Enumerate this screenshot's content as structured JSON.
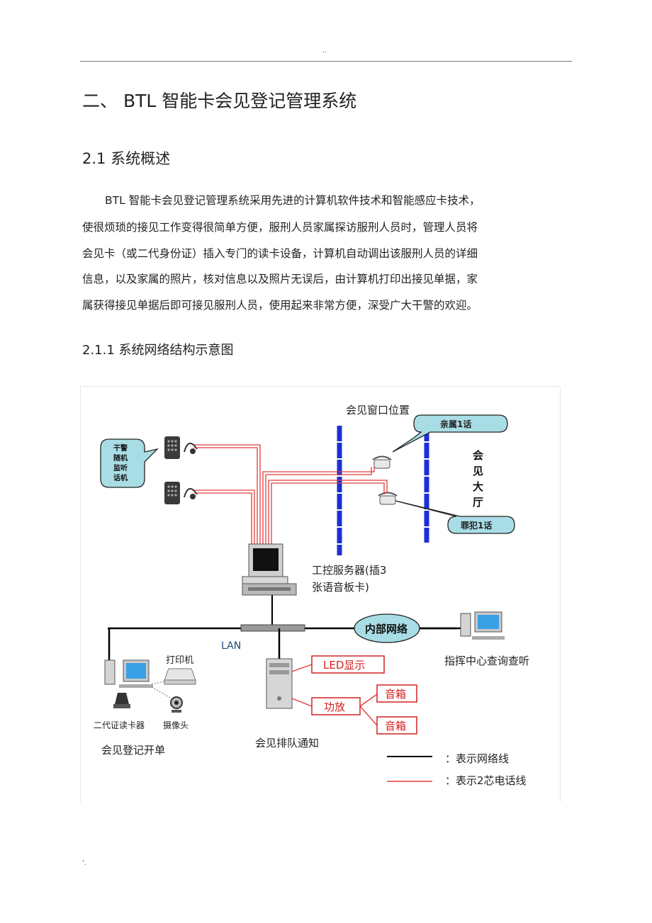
{
  "header": {
    "marker": ".."
  },
  "section_title": "二、  BTL 智能卡会见登记管理系统",
  "subsection": {
    "number_title": "2.1 系统概述"
  },
  "overview_lines": [
    "BTL 智能卡会见登记管理系统采用先进的计算机软件技术和智能感应卡技术，",
    "使很烦琐的接见工作变得很简单方便，服刑人员家属探访服刑人员时，管理人员将",
    "会见卡（或二代身份证）插入专门的读卡设备，计算机自动调出该服刑人员的详细",
    "信息，以及家属的照片，核对信息以及照片无误后，由计算机打印出接见单据，家",
    "属获得接见单据后即可接见服刑人员，使用起来非常方便，深受广大干警的欢迎。"
  ],
  "subsubsection": {
    "number_title": "2.1.1 系统网络结构示意图"
  },
  "diagram": {
    "window_position_label": "会见窗口位置",
    "family_phone_label": "亲属1话",
    "visit_hall_label": [
      "会",
      "见",
      "大",
      "厅"
    ],
    "inmate_phone_label": "罪犯1话",
    "officer_phone_label": [
      "干警",
      "随机",
      "监听",
      "话机"
    ],
    "server_label": [
      "工控服务器(插3",
      "张语音板卡)"
    ],
    "lan_label": "LAN",
    "intranet_label": "内部网络",
    "command_center_label": "指挥中心查询查听",
    "printer_label": "打印机",
    "id_reader_label": "二代证读卡器",
    "camera_label": "摄像头",
    "registration_label": "会见登记开单",
    "led_label": "LED显示",
    "amplifier_label": "功放",
    "speaker_label_1": "音箱",
    "speaker_label_2": "音箱",
    "queue_label": "会见排队通知",
    "legend": [
      {
        "text": "：表示网络线",
        "color": "#000000"
      },
      {
        "text": "：表示2芯电话线",
        "color": "#e23b3b"
      }
    ],
    "colors": {
      "network": "#000000",
      "phone_line": "#e23b3b",
      "window_bar": "#1c2fd6",
      "callout": "#a9dde6",
      "red_box": "#d42020"
    }
  },
  "footer": {
    "marker": "'."
  }
}
